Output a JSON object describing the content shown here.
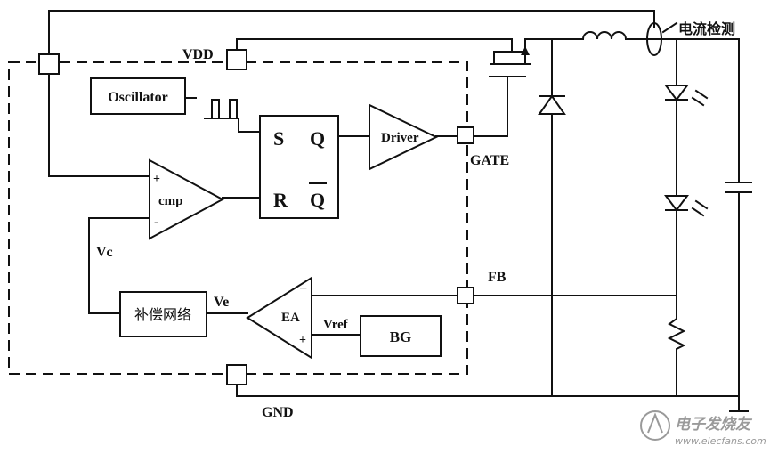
{
  "labels": {
    "vdd": "VDD",
    "current_sense": "电流检测",
    "oscillator": "Oscillator",
    "sr_s": "S",
    "sr_q": "Q",
    "sr_r": "R",
    "sr_qbar": "Q",
    "driver": "Driver",
    "gate": "GATE",
    "cmp": "cmp",
    "cmp_plus": "+",
    "cmp_minus": "-",
    "vc": "Vc",
    "fb": "FB",
    "comp_network": "补偿网络",
    "ve": "Ve",
    "ea": "EA",
    "ea_minus": "−",
    "ea_plus": "+",
    "vref": "Vref",
    "bg": "BG",
    "gnd": "GND"
  },
  "watermark": {
    "brand": "电子发烧友",
    "url": "www.elecfans.com"
  },
  "colors": {
    "ink": "#111111",
    "watermark": "#9a9a9a"
  }
}
